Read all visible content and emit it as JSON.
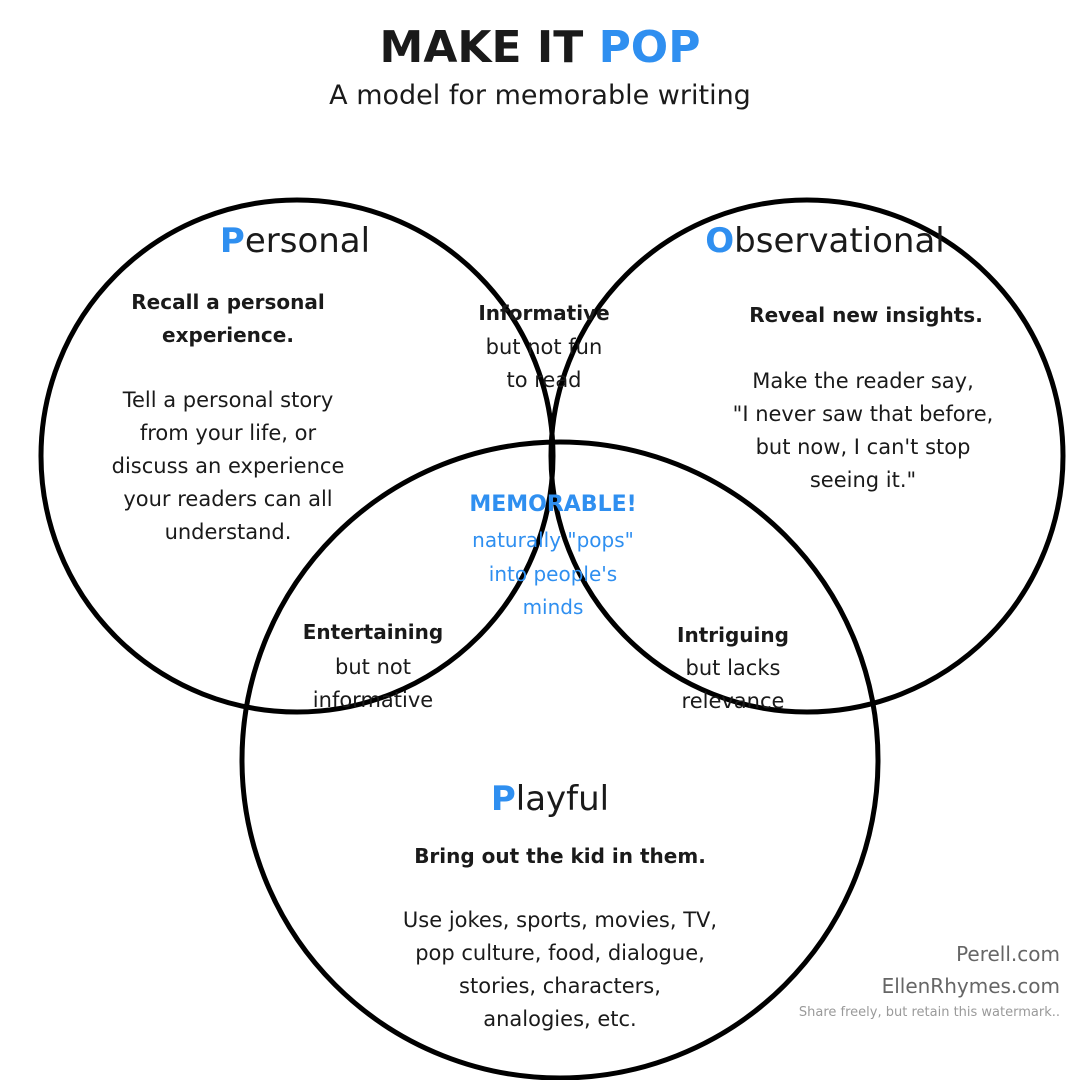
{
  "header": {
    "title_main": "MAKE IT",
    "title_accent": "POP",
    "subtitle": "A model for memorable writing"
  },
  "colors": {
    "accent": "#2f8ff0",
    "stroke": "#000000",
    "text": "#1a1a1a"
  },
  "personal": {
    "initial": "P",
    "rest": "ersonal",
    "tagline_lines": [
      "Recall a personal",
      "experience."
    ],
    "body_lines": [
      "Tell a personal story",
      "from your life, or",
      "discuss an experience",
      "your readers can all",
      "understand."
    ]
  },
  "observational": {
    "initial": "O",
    "rest": "bservational",
    "tagline": "Reveal new insights.",
    "body_lines": [
      "Make the reader say,",
      "\"I never saw that before,",
      "but now, I can't stop",
      "seeing it.\""
    ]
  },
  "playful": {
    "initial": "P",
    "rest": "layful",
    "tagline": "Bring out the kid in them.",
    "body_lines": [
      "Use jokes, sports, movies, TV,",
      "pop culture, food, dialogue,",
      "stories, characters,",
      "analogies, etc."
    ]
  },
  "overlaps": {
    "personal_observational": {
      "title": "Informative",
      "lines": [
        "but not fun",
        "to read"
      ]
    },
    "personal_playful": {
      "title": "Entertaining",
      "lines": [
        "but not",
        "informative"
      ]
    },
    "observational_playful": {
      "title": "Intriguing",
      "lines": [
        "but lacks",
        "relevance"
      ]
    },
    "center": {
      "title": "MEMORABLE!",
      "lines": [
        "naturally \"pops\"",
        "into people's",
        "minds"
      ]
    }
  },
  "watermark": {
    "line1": "Perell.com",
    "line2": "EllenRhymes.com",
    "line3": "Share freely, but retain this watermark.."
  }
}
